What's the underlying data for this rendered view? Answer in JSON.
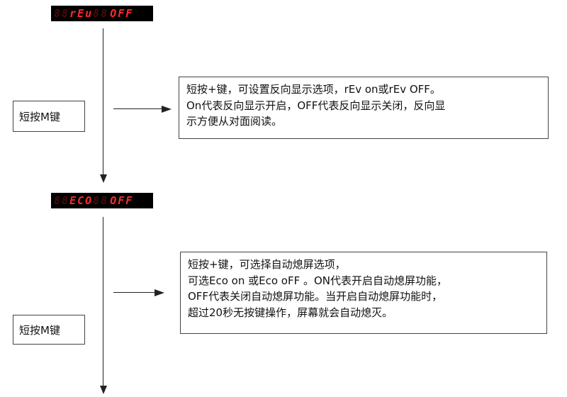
{
  "steps": [
    {
      "display": {
        "mode": "rEu",
        "value": "OFF"
      },
      "key_action": "短按M键",
      "description": [
        "短按+键，可设置反向显示选项，rEv on或rEv OFF。",
        "On代表反向显示开启，OFF代表反向显示关闭，反向显",
        "示方便从对面阅读。"
      ]
    },
    {
      "display": {
        "mode": "ECO",
        "value": "OFF"
      },
      "key_action": "短按M键",
      "description": [
        "短按+键，可选择自动熄屏选项，",
        "可选Eco on 或Eco oFF 。ON代表开启自动熄屏功能，",
        "OFF代表关闭自动熄屏功能。当开启自动熄屏功能时，",
        "超过20秒无按键操作，屏幕就会自动熄灭。"
      ]
    }
  ],
  "colors": {
    "display_background": "#000000",
    "segment_lit": "#ff2a2a",
    "segment_dim": "#4a0a0a",
    "line": "#222222"
  }
}
